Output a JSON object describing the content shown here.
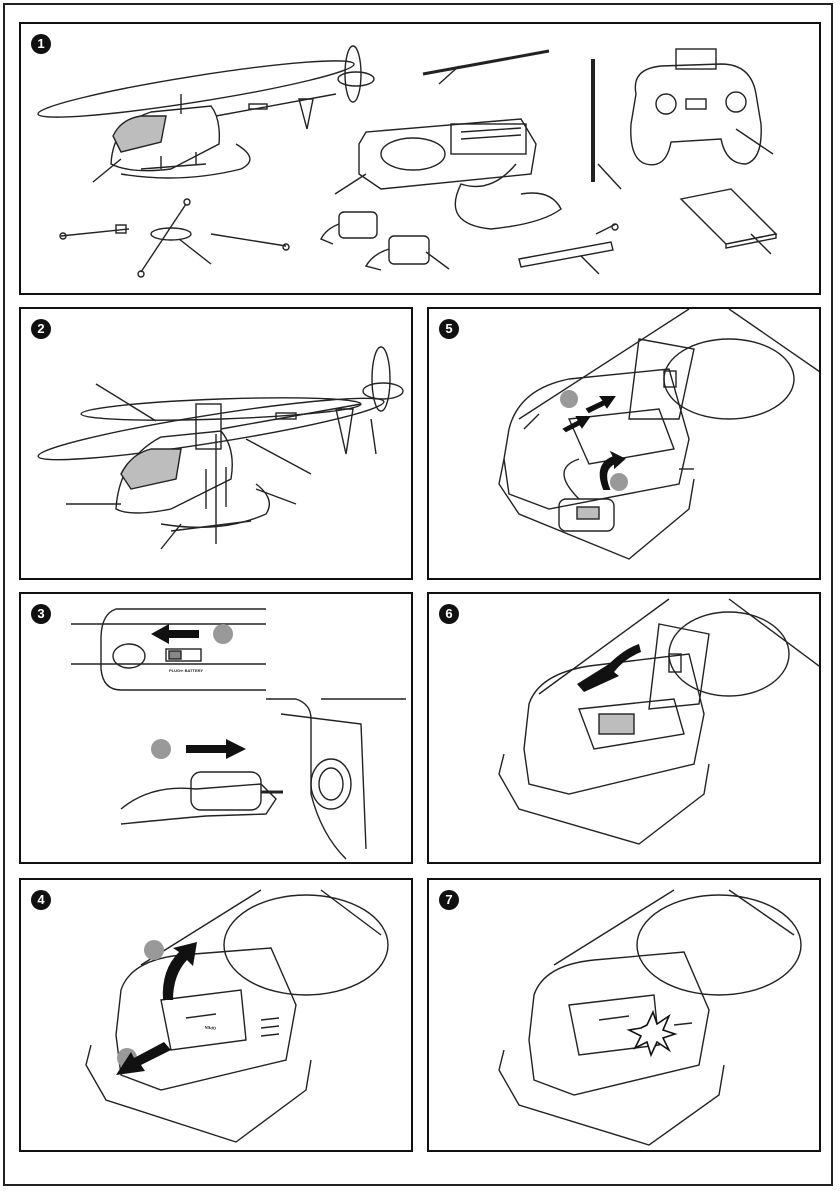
{
  "steps": [
    {
      "number": "1"
    },
    {
      "number": "2"
    },
    {
      "number": "3"
    },
    {
      "number": "4"
    },
    {
      "number": "5"
    },
    {
      "number": "6"
    },
    {
      "number": "7"
    }
  ],
  "panel3": {
    "switch_label": "PLUG⇐ BATTERY"
  },
  "panel4": {
    "cover_label": "OPEN"
  }
}
